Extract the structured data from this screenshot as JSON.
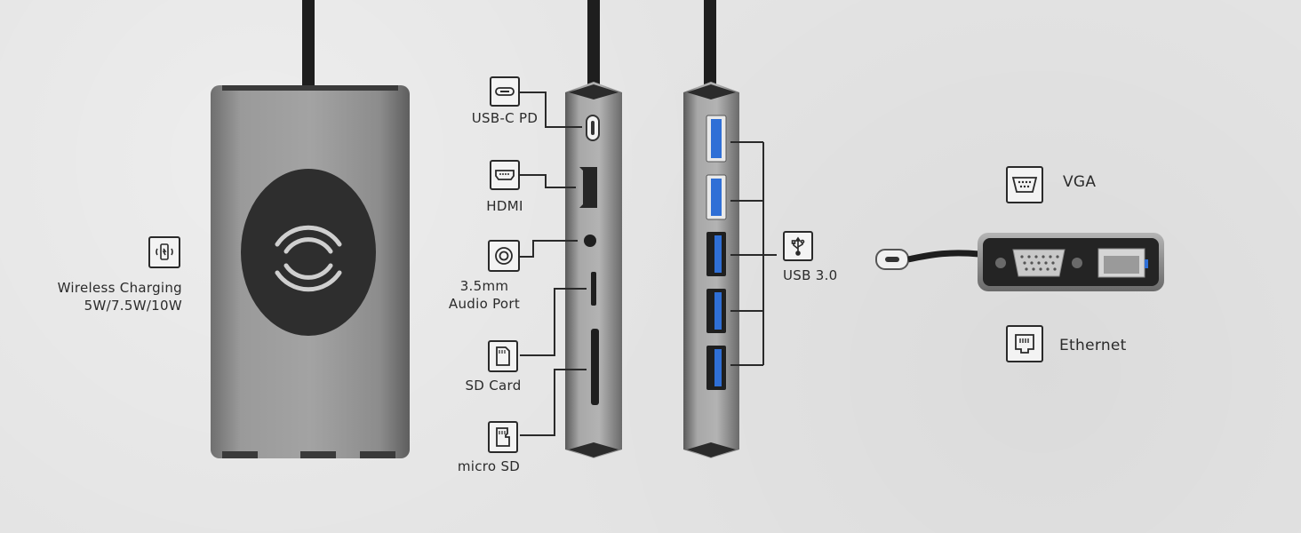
{
  "labels": {
    "wireless_line1": "Wireless Charging",
    "wireless_line2": "5W/7.5W/10W",
    "usbc_pd": "USB-C PD",
    "hdmi": "HDMI",
    "audio_line1": "3.5mm",
    "audio_line2": "Audio Port",
    "sd_card": "SD Card",
    "micro_sd": "micro SD",
    "usb3": "USB 3.0",
    "vga": "VGA",
    "ethernet": "Ethernet"
  },
  "colors": {
    "background": "#e4e4e4",
    "device_body": "#8f8f8f",
    "charging_pad": "#2e2e2e",
    "usb3_accent": "#2f6fd6",
    "line": "#2a2a2a"
  },
  "icons": [
    "phone-wireless-icon",
    "usb-c-icon",
    "hdmi-icon",
    "audio-jack-icon",
    "sd-card-icon",
    "micro-sd-icon",
    "usb-icon",
    "vga-icon",
    "ethernet-icon"
  ]
}
